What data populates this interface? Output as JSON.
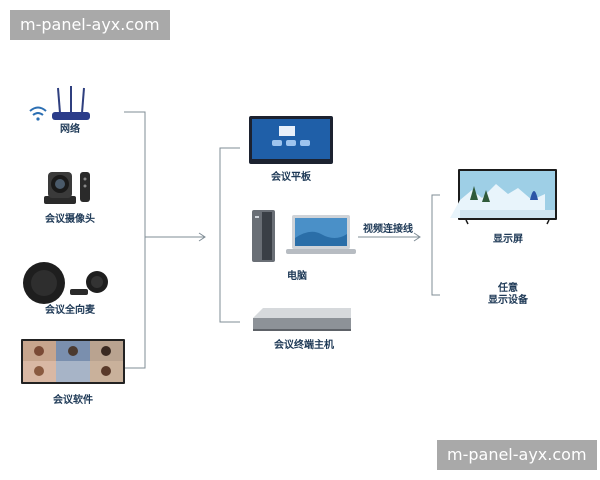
{
  "watermarks": {
    "top": "m-panel-ayx.com",
    "bottom": "m-panel-ayx.com"
  },
  "inputs": [
    {
      "label": "网络",
      "icon": "wifi-router-icon"
    },
    {
      "label": "会议摄像头",
      "icon": "conference-camera-icon"
    },
    {
      "label": "会议全向麦",
      "icon": "omni-microphone-icon"
    },
    {
      "label": "会议软件",
      "icon": "meeting-software-icon"
    }
  ],
  "devices": [
    {
      "label": "会议平板",
      "icon": "conference-tablet-icon"
    },
    {
      "label": "电脑",
      "icon": "computer-icon"
    },
    {
      "label": "会议终端主机",
      "icon": "terminal-host-icon"
    }
  ],
  "connection_label": "视频连接线",
  "outputs": {
    "screen_label": "显示屏",
    "any_line1": "任意",
    "any_line2": "显示设备"
  },
  "colors": {
    "line": "#7f8c95",
    "label": "#1f3a57",
    "watermark_bg": "#a9a9a9"
  }
}
